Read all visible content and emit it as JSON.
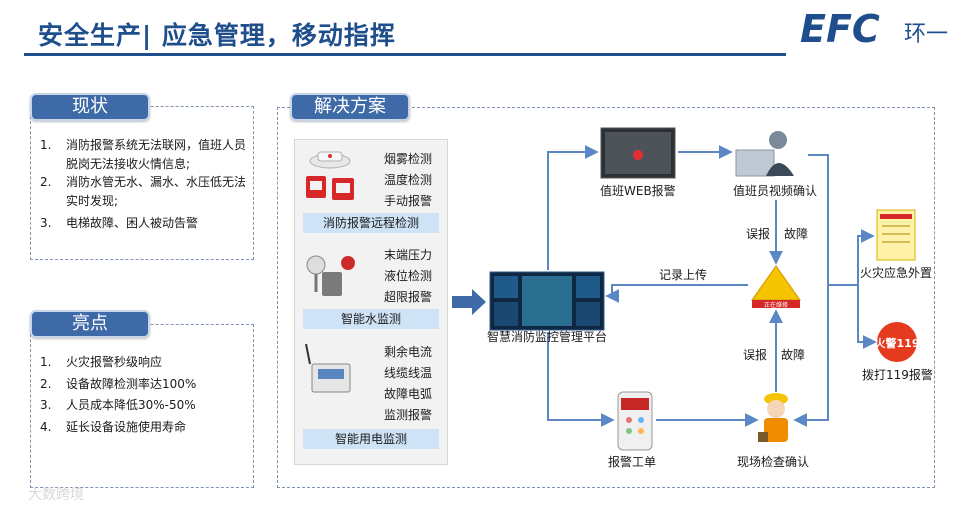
{
  "header": {
    "title": "安全生产| 应急管理，移动指挥",
    "logo_letters": "EFC",
    "logo_suffix": "环一"
  },
  "current_state": {
    "heading": "现状",
    "items": [
      {
        "num": "1.",
        "text": "消防报警系统无法联网，值班人员脱岗无法接收火情信息;"
      },
      {
        "num": "2.",
        "text": "消防水管无水、漏水、水压低无法实时发现;"
      },
      {
        "num": "3.",
        "text": "电梯故障、困人被动告警"
      }
    ]
  },
  "highlights": {
    "heading": "亮点",
    "items": [
      {
        "num": "1.",
        "text": "火灾报警秒级响应"
      },
      {
        "num": "2.",
        "text": "设备故障检测率达100%"
      },
      {
        "num": "3.",
        "text": "人员成本降低30%-50%"
      },
      {
        "num": "4.",
        "text": "延长设备设施使用寿命"
      }
    ]
  },
  "solution": {
    "heading": "解决方案",
    "groups": [
      {
        "items": [
          "烟雾检测",
          "温度检测",
          "手动报警"
        ],
        "label": "消防报警远程检测"
      },
      {
        "items": [
          "末端压力",
          "液位检测",
          "超限报警"
        ],
        "label": "智能水监测"
      },
      {
        "items": [
          "剩余电流",
          "线缆线温",
          "故障电弧",
          "监测报警"
        ],
        "label": "智能用电监测"
      }
    ],
    "nodes": {
      "platform": "智慧消防监控管理平台",
      "web_alarm": "值班WEB报警",
      "video_confirm": "值班员视频确认",
      "work_order": "报警工单",
      "site_check": "现场检查确认",
      "fire_plan": "火灾应急外置",
      "call_119": "拨打119报警"
    },
    "edge_labels": {
      "record_upload": "记录上传",
      "false_alarm_top": "误报",
      "fault_top": "故障",
      "false_alarm_bottom": "误报",
      "fault_bottom": "故障"
    },
    "sign_text": "正在维修",
    "badge_119": "火警119"
  },
  "watermark": "大数跨境",
  "colors": {
    "brand_blue": "#1f4e8c",
    "pill_blue": "#3e6aa8",
    "band_blue": "#cfe3f6",
    "arrow_blue": "#5b87c5"
  }
}
